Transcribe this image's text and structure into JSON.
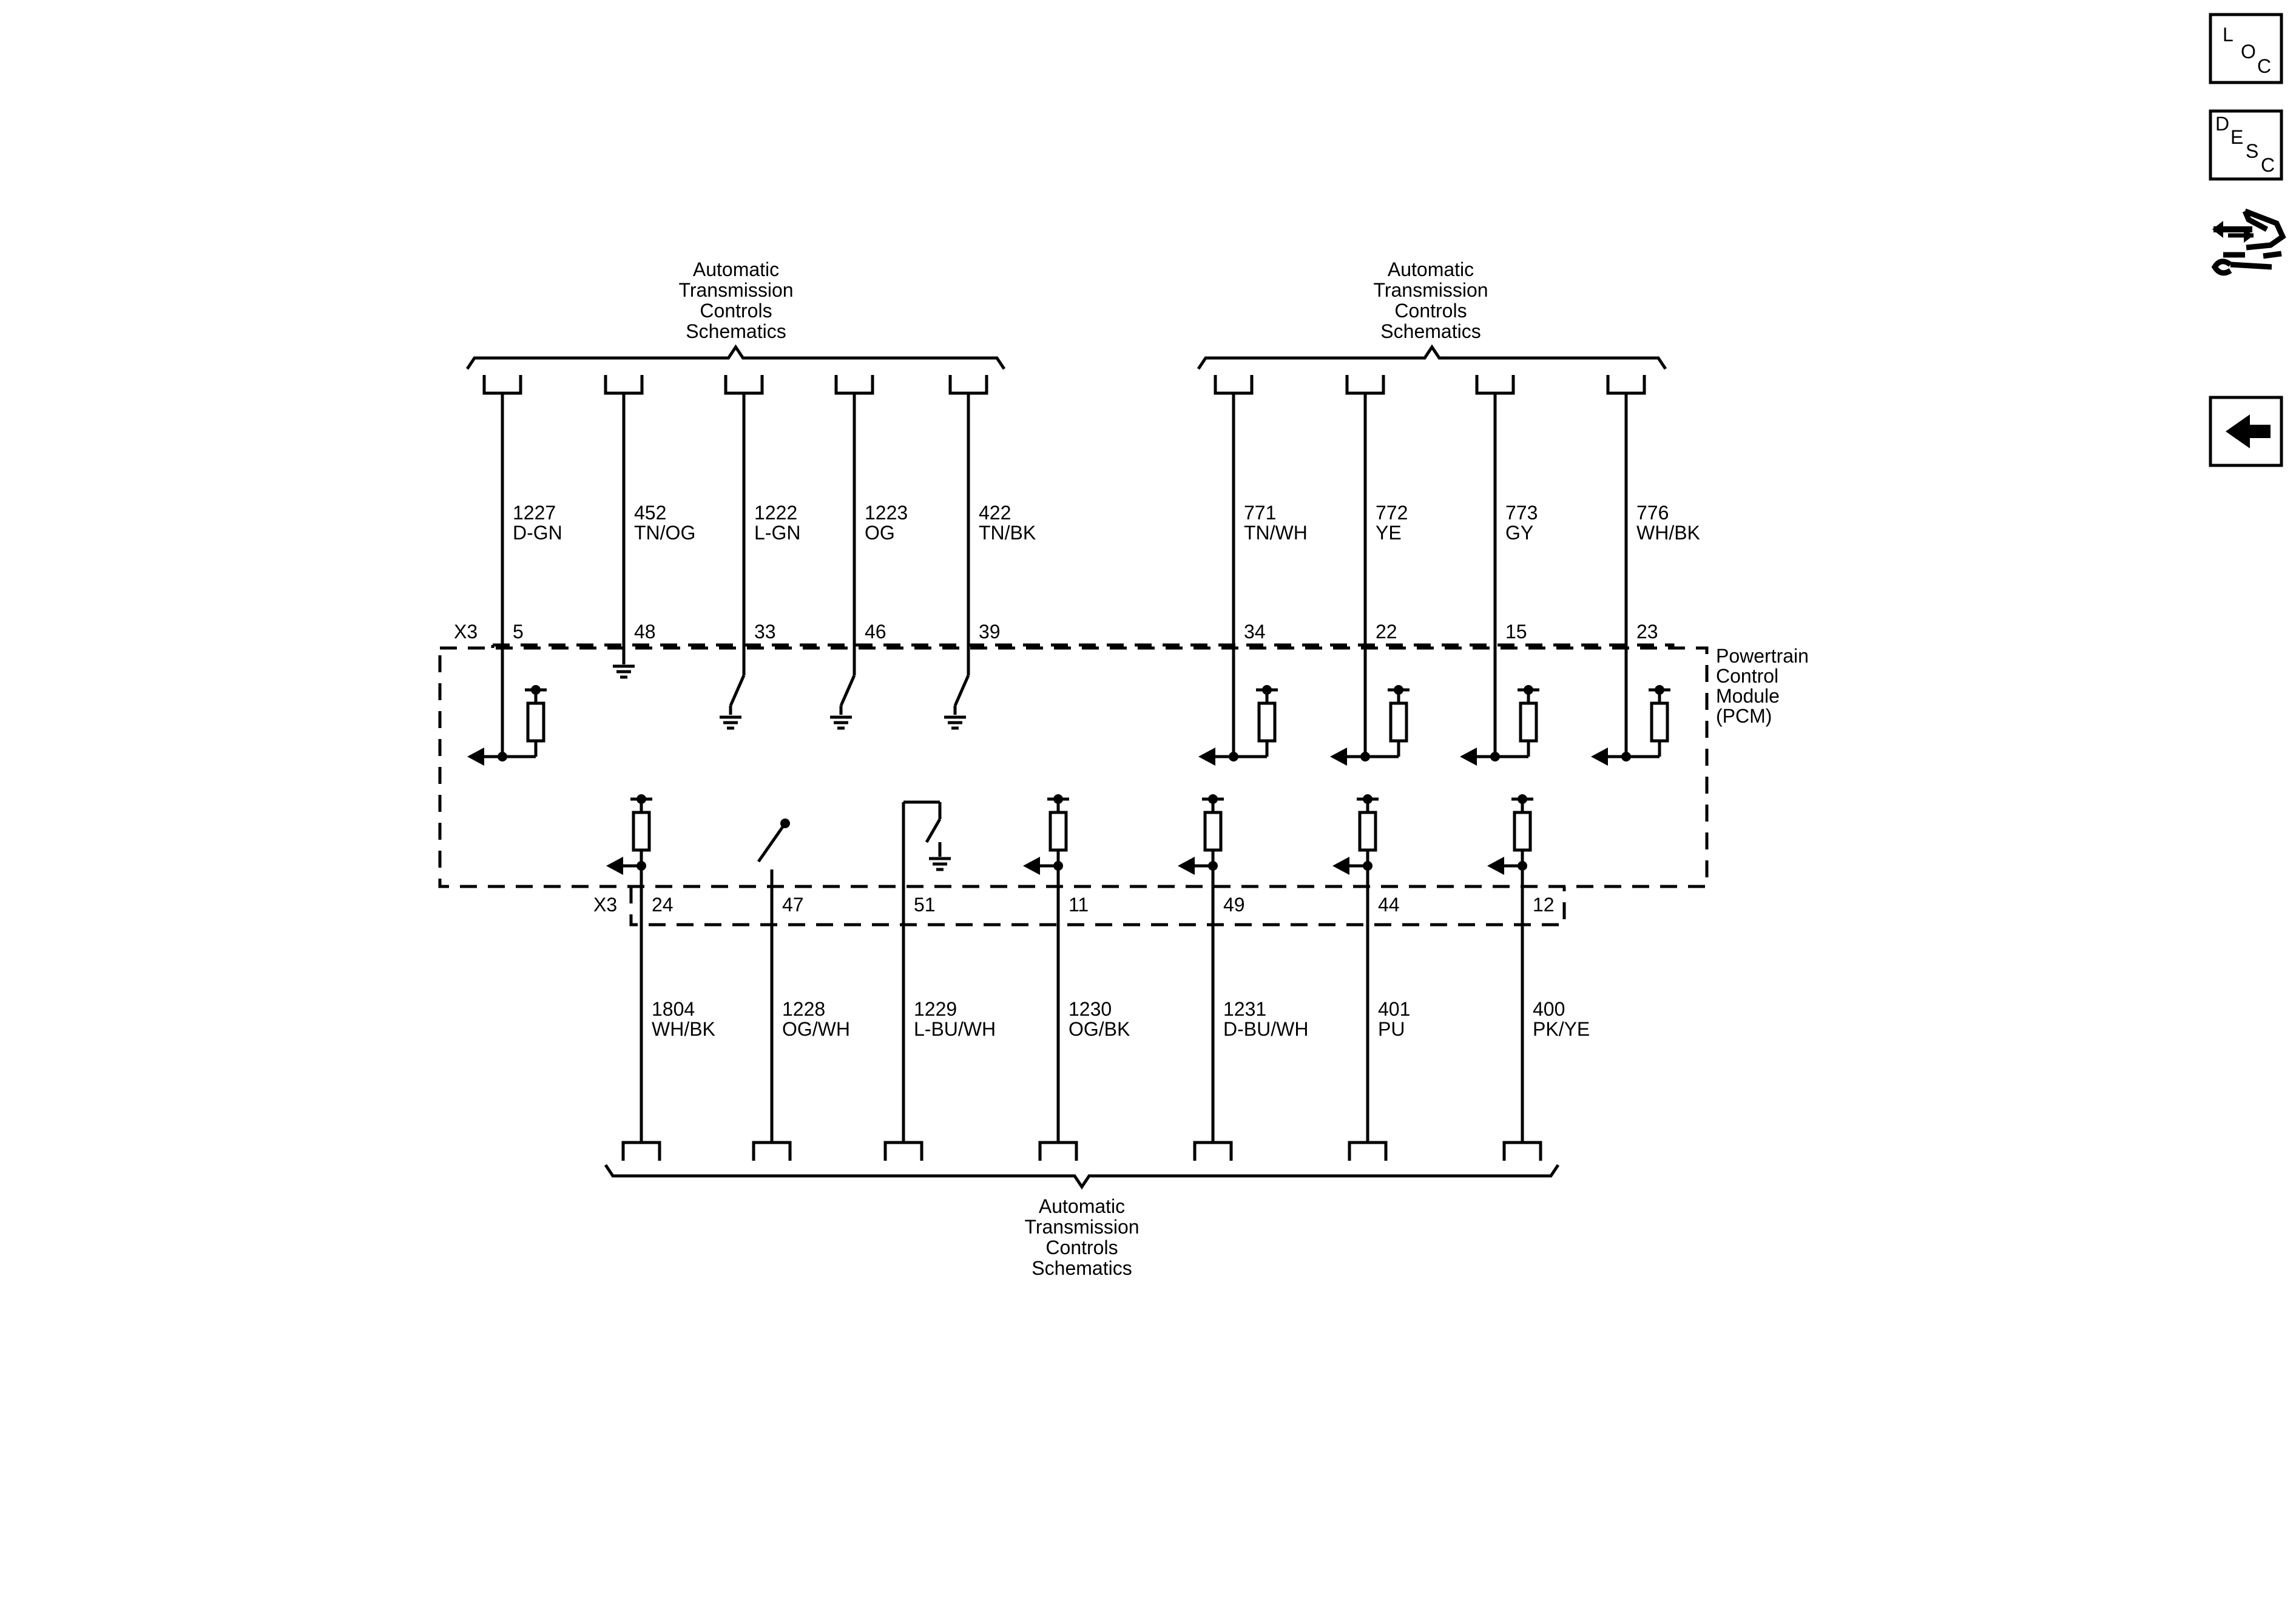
{
  "destinations": {
    "top_left": [
      "Automatic",
      "Transmission",
      "Controls",
      "Schematics"
    ],
    "top_right": [
      "Automatic",
      "Transmission",
      "Controls",
      "Schematics"
    ],
    "bottom": [
      "Automatic",
      "Transmission",
      "Controls",
      "Schematics"
    ]
  },
  "module": {
    "name_lines": [
      "Powertrain",
      "Control",
      "Module",
      "(PCM)"
    ],
    "connector_top": "X3",
    "connector_bottom": "X3"
  },
  "top_wires": [
    {
      "circuit": "1227",
      "color": "D-GN",
      "pin": "5",
      "type": "sensor"
    },
    {
      "circuit": "452",
      "color": "TN/OG",
      "pin": "48",
      "type": "ground"
    },
    {
      "circuit": "1222",
      "color": "L-GN",
      "pin": "33",
      "type": "switch"
    },
    {
      "circuit": "1223",
      "color": "OG",
      "pin": "46",
      "type": "switch"
    },
    {
      "circuit": "422",
      "color": "TN/BK",
      "pin": "39",
      "type": "switch"
    },
    {
      "circuit": "771",
      "color": "TN/WH",
      "pin": "34",
      "type": "sensor"
    },
    {
      "circuit": "772",
      "color": "YE",
      "pin": "22",
      "type": "sensor"
    },
    {
      "circuit": "773",
      "color": "GY",
      "pin": "15",
      "type": "sensor"
    },
    {
      "circuit": "776",
      "color": "WH/BK",
      "pin": "23",
      "type": "sensor"
    }
  ],
  "bottom_wires": [
    {
      "circuit": "1804",
      "color": "WH/BK",
      "pin": "24",
      "type": "sensor"
    },
    {
      "circuit": "1228",
      "color": "OG/WH",
      "pin": "47",
      "type": "switch"
    },
    {
      "circuit": "1229",
      "color": "L-BU/WH",
      "pin": "51",
      "type": "ground-switch"
    },
    {
      "circuit": "1230",
      "color": "OG/BK",
      "pin": "11",
      "type": "sensor"
    },
    {
      "circuit": "1231",
      "color": "D-BU/WH",
      "pin": "49",
      "type": "sensor"
    },
    {
      "circuit": "401",
      "color": "PU",
      "pin": "44",
      "type": "sensor"
    },
    {
      "circuit": "400",
      "color": "PK/YE",
      "pin": "12",
      "type": "sensor"
    }
  ],
  "nav": {
    "loc": {
      "icon": "loc-icon",
      "chars": [
        "L",
        "O",
        "C"
      ]
    },
    "desc": {
      "icon": "desc-icon",
      "chars": [
        "D",
        "E",
        "S",
        "C"
      ]
    },
    "connector": {
      "icon": "connector-end-view-icon"
    },
    "back": {
      "icon": "back-arrow-icon"
    }
  }
}
